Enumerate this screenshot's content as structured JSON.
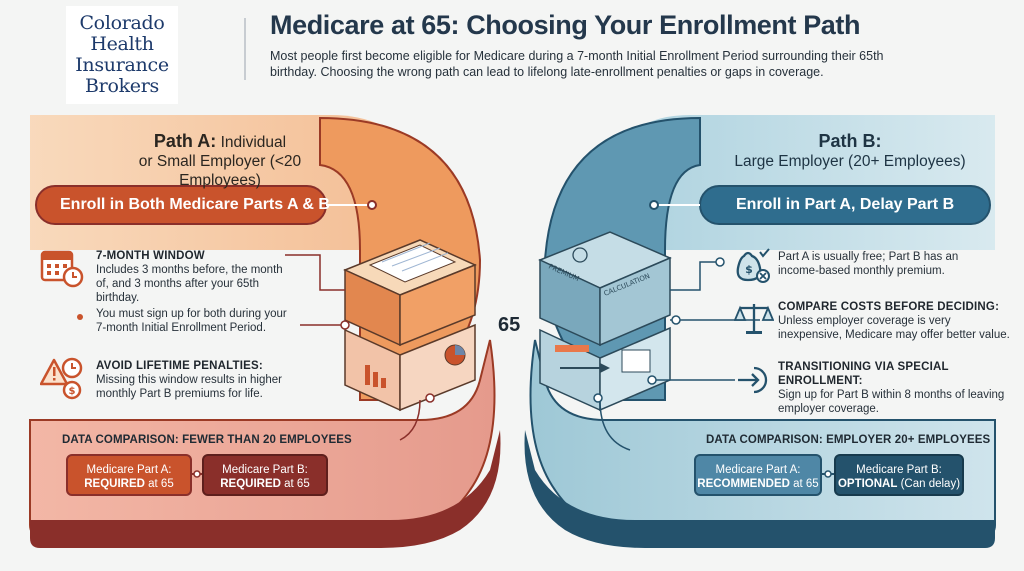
{
  "logo": {
    "lines": [
      "Colorado",
      "Health",
      "Insurance",
      "Brokers"
    ]
  },
  "header": {
    "title": "Medicare at 65: Choosing Your Enrollment Path",
    "subtitle": "Most people first become eligible for Medicare during a 7-month Initial Enrollment Period surrounding their 65th birthday. Choosing the wrong path can lead to lifelong late-enrollment penalties or gaps in coverage."
  },
  "center_label": "65",
  "path_a": {
    "label": "Path A:",
    "audience_line1": "Individual",
    "audience_line2": "or Small Employer (<20 Employees)",
    "action": "Enroll in Both Medicare Parts A & B",
    "items": [
      {
        "icon": "calendar-clock-icon",
        "heading": "7-MONTH WINDOW",
        "text": "Includes 3 months before, the month of, and 3 months after your 65th birthday."
      },
      {
        "icon": "bullet-dot-icon",
        "heading": "",
        "text": "You must sign up for both during your 7-month Initial Enrollment Period."
      },
      {
        "icon": "warning-clock-dollar-icon",
        "heading": "AVOID LIFETIME PENALTIES:",
        "text": "Missing this window results in higher monthly Part B premiums for life."
      }
    ],
    "comparison": {
      "title": "DATA COMPARISON: FEWER THAN 20 EMPLOYEES",
      "part_a": {
        "name": "Medicare Part A:",
        "status": "REQUIRED",
        "suffix": " at 65"
      },
      "part_b": {
        "name": "Medicare Part B:",
        "status": "REQUIRED",
        "suffix": " at 65"
      }
    },
    "colors": {
      "primary": "#c9532c",
      "light": "#f6c7a2",
      "dark": "#8a2f2a"
    }
  },
  "path_b": {
    "label": "Path B:",
    "audience_line1": "Large Employer (20+ Employees)",
    "action": "Enroll in Part A, Delay Part B",
    "items": [
      {
        "icon": "money-bag-icon",
        "heading": "",
        "text": "Part A is usually free; Part B has an income-based monthly premium."
      },
      {
        "icon": "scales-icon",
        "heading": "COMPARE COSTS BEFORE DECIDING:",
        "text": "Unless employer coverage is very inexpensive, Medicare may offer better value."
      },
      {
        "icon": "transition-arrow-icon",
        "heading": "TRANSITIONING VIA SPECIAL ENROLLMENT:",
        "text": "Sign up for Part B within 8 months of leaving employer coverage."
      }
    ],
    "comparison": {
      "title": "DATA COMPARISON: EMPLOYER 20+ EMPLOYEES",
      "part_a": {
        "name": "Medicare Part A:",
        "status": "RECOMMENDED",
        "suffix": " at 65"
      },
      "part_b": {
        "name": "Medicare Part B:",
        "status": "OPTIONAL",
        "suffix": " (Can delay)"
      }
    },
    "colors": {
      "primary": "#2f6d8e",
      "light": "#bcdbe6",
      "dark": "#24526c"
    }
  },
  "cube_labels": [
    "PREMIUM",
    "CALCULATION"
  ]
}
